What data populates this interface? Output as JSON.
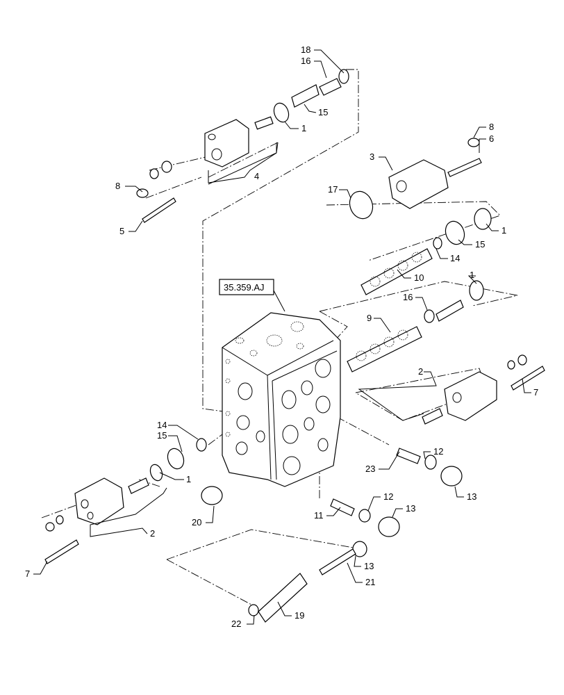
{
  "reference_box": {
    "label": "35.359.AJ"
  },
  "callouts": [
    {
      "id": "c18a",
      "text": "18"
    },
    {
      "id": "c16a",
      "text": "16"
    },
    {
      "id": "c15a",
      "text": "15"
    },
    {
      "id": "c1a",
      "text": "1"
    },
    {
      "id": "c4",
      "text": "4"
    },
    {
      "id": "c8a",
      "text": "8"
    },
    {
      "id": "c5",
      "text": "5"
    },
    {
      "id": "c8b",
      "text": "8"
    },
    {
      "id": "c6",
      "text": "6"
    },
    {
      "id": "c3",
      "text": "3"
    },
    {
      "id": "c17",
      "text": "17"
    },
    {
      "id": "c1b",
      "text": "1"
    },
    {
      "id": "c15b",
      "text": "15"
    },
    {
      "id": "c14a",
      "text": "14"
    },
    {
      "id": "c10",
      "text": "10"
    },
    {
      "id": "c1c",
      "text": "1"
    },
    {
      "id": "c16b",
      "text": "16"
    },
    {
      "id": "c9",
      "text": "9"
    },
    {
      "id": "c2a",
      "text": "2"
    },
    {
      "id": "c7a",
      "text": "7"
    },
    {
      "id": "c14b",
      "text": "14"
    },
    {
      "id": "c15c",
      "text": "15"
    },
    {
      "id": "c1d",
      "text": "1"
    },
    {
      "id": "c12a",
      "text": "12"
    },
    {
      "id": "c23",
      "text": "23"
    },
    {
      "id": "c13a",
      "text": "13"
    },
    {
      "id": "c12b",
      "text": "12"
    },
    {
      "id": "c13b",
      "text": "13"
    },
    {
      "id": "c11",
      "text": "11"
    },
    {
      "id": "c20",
      "text": "20"
    },
    {
      "id": "c2b",
      "text": "2"
    },
    {
      "id": "c7b",
      "text": "7"
    },
    {
      "id": "c13c",
      "text": "13"
    },
    {
      "id": "c21",
      "text": "21"
    },
    {
      "id": "c19",
      "text": "19"
    },
    {
      "id": "c22",
      "text": "22"
    }
  ]
}
